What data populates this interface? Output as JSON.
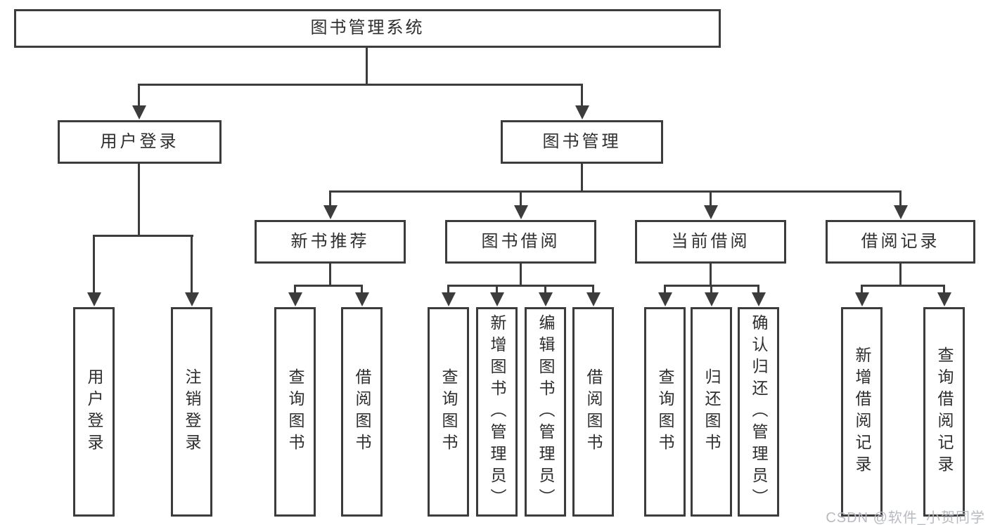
{
  "nodes": {
    "root": "图书管理系统",
    "user_login": "用户登录",
    "book_management": "图书管理",
    "new_book_recommend": "新书推荐",
    "book_borrowing": "图书借阅",
    "current_borrowing": "当前借阅",
    "borrowing_records": "借阅记录",
    "user_login_leaf": "用户登录",
    "logout_leaf": "注销登录",
    "nbr_query_books": "查询图书",
    "nbr_borrow_books": "借阅图书",
    "bb_query_books": "查询图书",
    "bb_add_books": "新增图书（管理员）",
    "bb_edit_books": "编辑图书（管理员）",
    "bb_borrow_books": "借阅图书",
    "cb_query_books": "查询图书",
    "cb_return_books": "归还图书",
    "cb_confirm_return": "确认归还（管理员）",
    "br_add_record": "新增借阅记录",
    "br_query_record": "查询借阅记录"
  },
  "watermark": {
    "text": "CSDN @软件_小贺同学"
  },
  "colors": {
    "line": "#3c3c3c",
    "text": "#2e2e2e",
    "watermark": "#b7bbc1",
    "background": "#ffffff"
  }
}
